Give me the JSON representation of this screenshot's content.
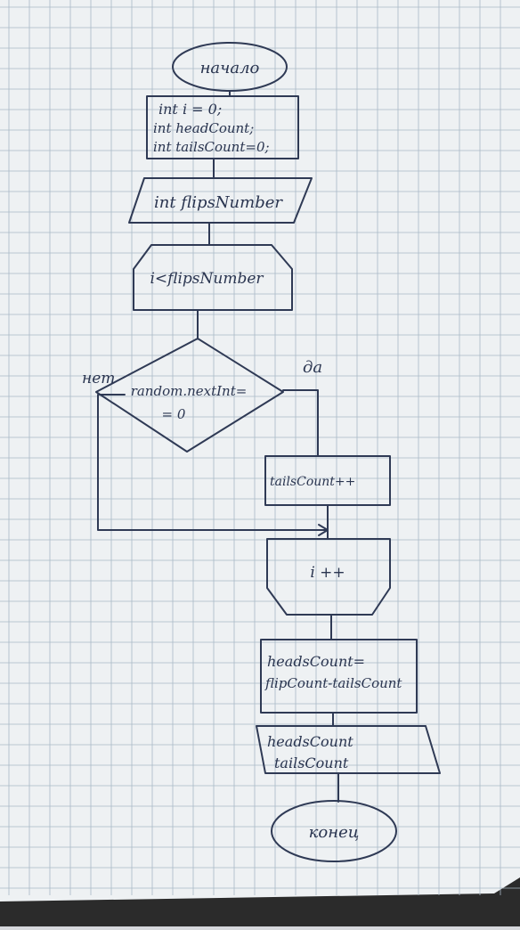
{
  "flowchart": {
    "start": "начало",
    "init": [
      "int i = 0;",
      "int headCount;",
      "int tailsCount=0;"
    ],
    "input": "int flipsNumber",
    "loop_condition": "i<flipsNumber",
    "decision": [
      "random.nextInt=",
      "= 0"
    ],
    "no_label": "нет",
    "yes_label": "да",
    "tails_increment": "tailsCount++",
    "loop_end": "i ++",
    "calc": [
      "headsCount=",
      "flipCount-tailsCount"
    ],
    "output": [
      "headsCount",
      "tailsCount"
    ],
    "end": "конец"
  },
  "colors": {
    "paper": "#eef1f3",
    "grid": "#a9b8c6",
    "ink": "#2f3a55",
    "background": "#2b2b2b"
  }
}
